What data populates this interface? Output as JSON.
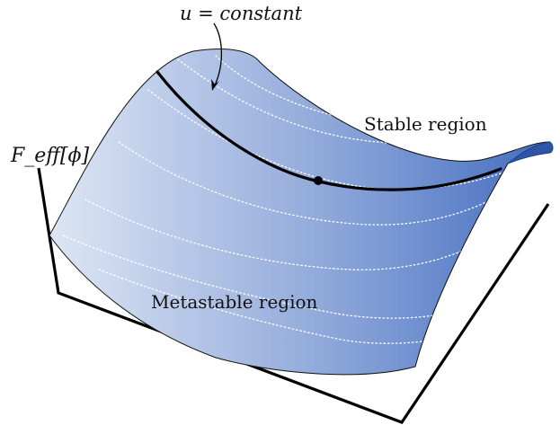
{
  "figure": {
    "annotation_u": "u = constant",
    "y_axis_label": "F_eff[ϕ]",
    "stable_label": "Stable region",
    "metastable_label": "Metastable region"
  },
  "colors": {
    "surface_light": "#dde6f4",
    "surface_dark": "#4a72c2",
    "surface_edge": "#1f3e85",
    "axis": "#000000",
    "contour_dotted": "#ffffff",
    "highlight_curve": "#000000"
  }
}
